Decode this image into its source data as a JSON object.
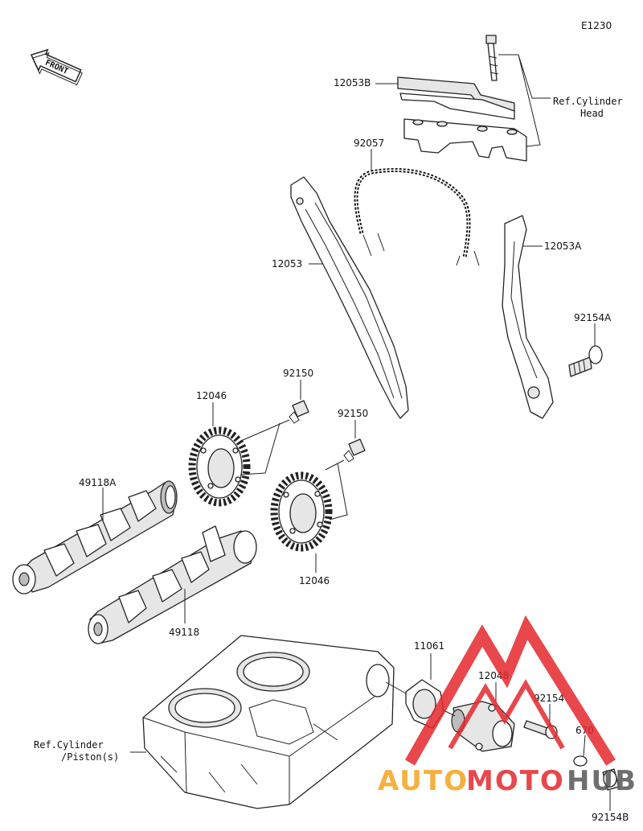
{
  "diagram_code": "E1230",
  "front_arrow_label": "FRONT",
  "refs": {
    "cylinder_head_line1": "Ref.Cylinder",
    "cylinder_head_line2": "Head",
    "cylinder_piston_line1": "Ref.Cylinder",
    "cylinder_piston_line2": "/Piston(s)"
  },
  "parts": {
    "p12053B": "12053B",
    "p92057": "92057",
    "p12053": "12053",
    "p12053A": "12053A",
    "p92154A": "92154A",
    "p92150_left": "92150",
    "p12046_top": "12046",
    "p92150_right": "92150",
    "p49118A": "49118A",
    "p12046_bottom": "12046",
    "p49118": "49118",
    "p11061": "11061",
    "p12048": "12048",
    "p92154": "92154",
    "p670": "670",
    "p92154B": "92154B"
  },
  "watermark": {
    "text_auto": "AUTO",
    "text_moto": "MOTO",
    "text_hub": "HUB",
    "color_red": "#e5272d",
    "color_orange": "#f4a31e",
    "color_gray": "#555555"
  }
}
